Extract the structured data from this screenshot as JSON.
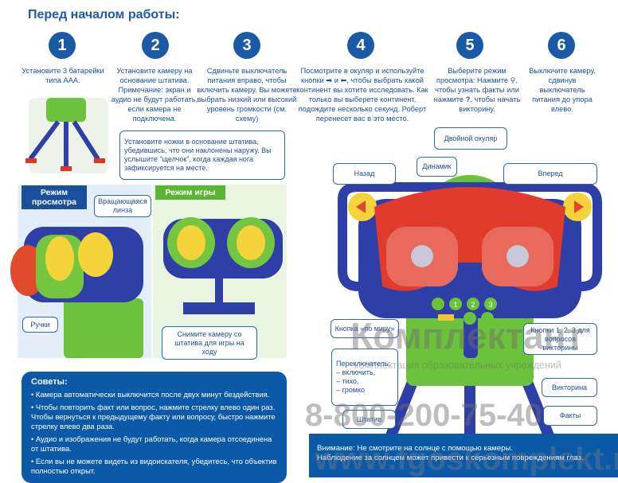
{
  "title": "Перед началом работы:",
  "steps": [
    {
      "num": "1",
      "text": "Установите 3 батарейки типа ААА."
    },
    {
      "num": "2",
      "text": "Установите камеру на основание штатива. Примечание: экран и аудио не будут работать, если камера не подключена."
    },
    {
      "num": "3",
      "text": "Сдвиньте выключатель питания вправо, чтобы включить камеру. Вы можете выбрать низкий или высокий уровень громкости (см. схему)"
    },
    {
      "num": "4",
      "text_a": "Посмотрите в окуляр и используйте кнопки",
      "text_b": "и",
      "text_c": ", чтобы выбрать какой континент вы хотите исследовать. Как только вы выберете континент, подождите несколько секунд. Роберт перенесет вас в это место."
    },
    {
      "num": "5",
      "text_a": "Выберите режим просмотра: Нажмите",
      "text_b": ", чтобы узнать факты или нажмите",
      "text_c": ", чтобы начать викторину."
    },
    {
      "num": "6",
      "text": "Выключите камеру, сдвинув выключатель питания до упора влево."
    }
  ],
  "tripod_tip": "Установите ножки в основание штатива, убедившись, что они наклонены наружу. Вы услышите \"щелчок\", когда каждая нога зафиксируется на месте.",
  "view_mode": {
    "label": "Режим просмотра",
    "lens": "Вращающаяся линза",
    "handles": "Ручки"
  },
  "game_mode": {
    "label": "Режим игры",
    "remove": "Снимите камеру со штатива для игры на ходу"
  },
  "tips": {
    "heading": "Советы:",
    "items": [
      "• Камера автоматически выключится после двух минут бездействия.",
      "• Чтобы повторить факт или вопрос, нажмите стрелку влево один раз. Чтобы вернуться к предыдущему факту или вопросу, быстро нажмите стрелку влево два раза.",
      "• Аудио и изображения не будут работать, когда камера отсоединена от штатива.",
      "• Если вы не можете видеть из видоискателя, убедитесь, что объектив полностью открыт."
    ]
  },
  "diagram": {
    "eyepiece": "Двойной окуляр",
    "back": "Назад",
    "speaker": "Динамик",
    "forward": "Вперед",
    "world": "Кнопка «по миру»",
    "switch": "Переключатель:\n– включить,\n– тихо,\n– громко",
    "tripod": "Штатив",
    "quiz_buttons": "Кнопки 1, 2, 3 для вопросов викторины",
    "quiz": "Викторина",
    "facts": "Факты",
    "btn1": "1",
    "btn2": "2",
    "btn3": "3"
  },
  "warning": {
    "line1": "Внимание: Не смотрите на солнце с помощью камеры.",
    "line2": "Наблюдение за солнцем может привести к серьезным повреждениям глаз."
  },
  "watermark": {
    "brand": "Комплектант",
    "tagline": "комплектация образовательных учреждений",
    "phone": "8-800-200-75-40",
    "site": "www.fgoskomplekt.ru"
  }
}
